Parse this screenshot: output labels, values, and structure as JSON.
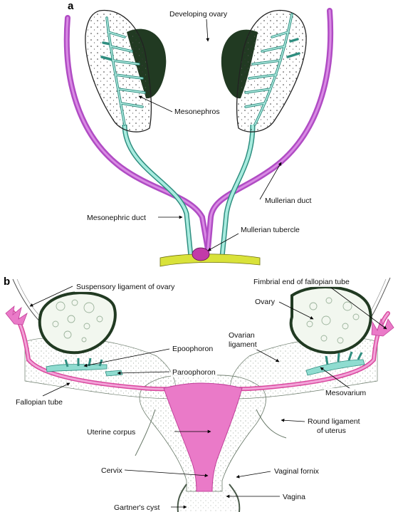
{
  "colors": {
    "mesonephric": "#8fdcd0",
    "mullerian": "#c85bd6",
    "ovary_dark": "#213a22",
    "uterus": "#ea7ac8",
    "tubercle_base": "#d9e23a"
  },
  "panel_a": {
    "letter": "a",
    "labels": {
      "developing_ovary": "Developing ovary",
      "mesonephros": "Mesonephros",
      "mullerian_duct": "Mullerian duct",
      "mesonephric_duct": "Mesonephric duct",
      "mullerian_tubercle": "Mullerian tubercle"
    }
  },
  "panel_b": {
    "letter": "b",
    "labels": {
      "suspensory_ligament": "Suspensory ligament of ovary",
      "fimbrial_end": "Fimbrial end of fallopian tube",
      "ovary": "Ovary",
      "epoophoron": "Epoophoron",
      "ovarian_ligament_1": "Ovarian",
      "ovarian_ligament_2": "ligament",
      "paroophoron": "Paroophoron",
      "fallopian_tube": "Fallopian tube",
      "mesovarium": "Mesovarium",
      "round_ligament_1": "Round ligament",
      "round_ligament_2": "of uterus",
      "uterine_corpus": "Uterine corpus",
      "cervix": "Cervix",
      "vaginal_fornix": "Vaginal fornix",
      "vagina": "Vagina",
      "gartners_cyst": "Gartner's cyst"
    }
  }
}
